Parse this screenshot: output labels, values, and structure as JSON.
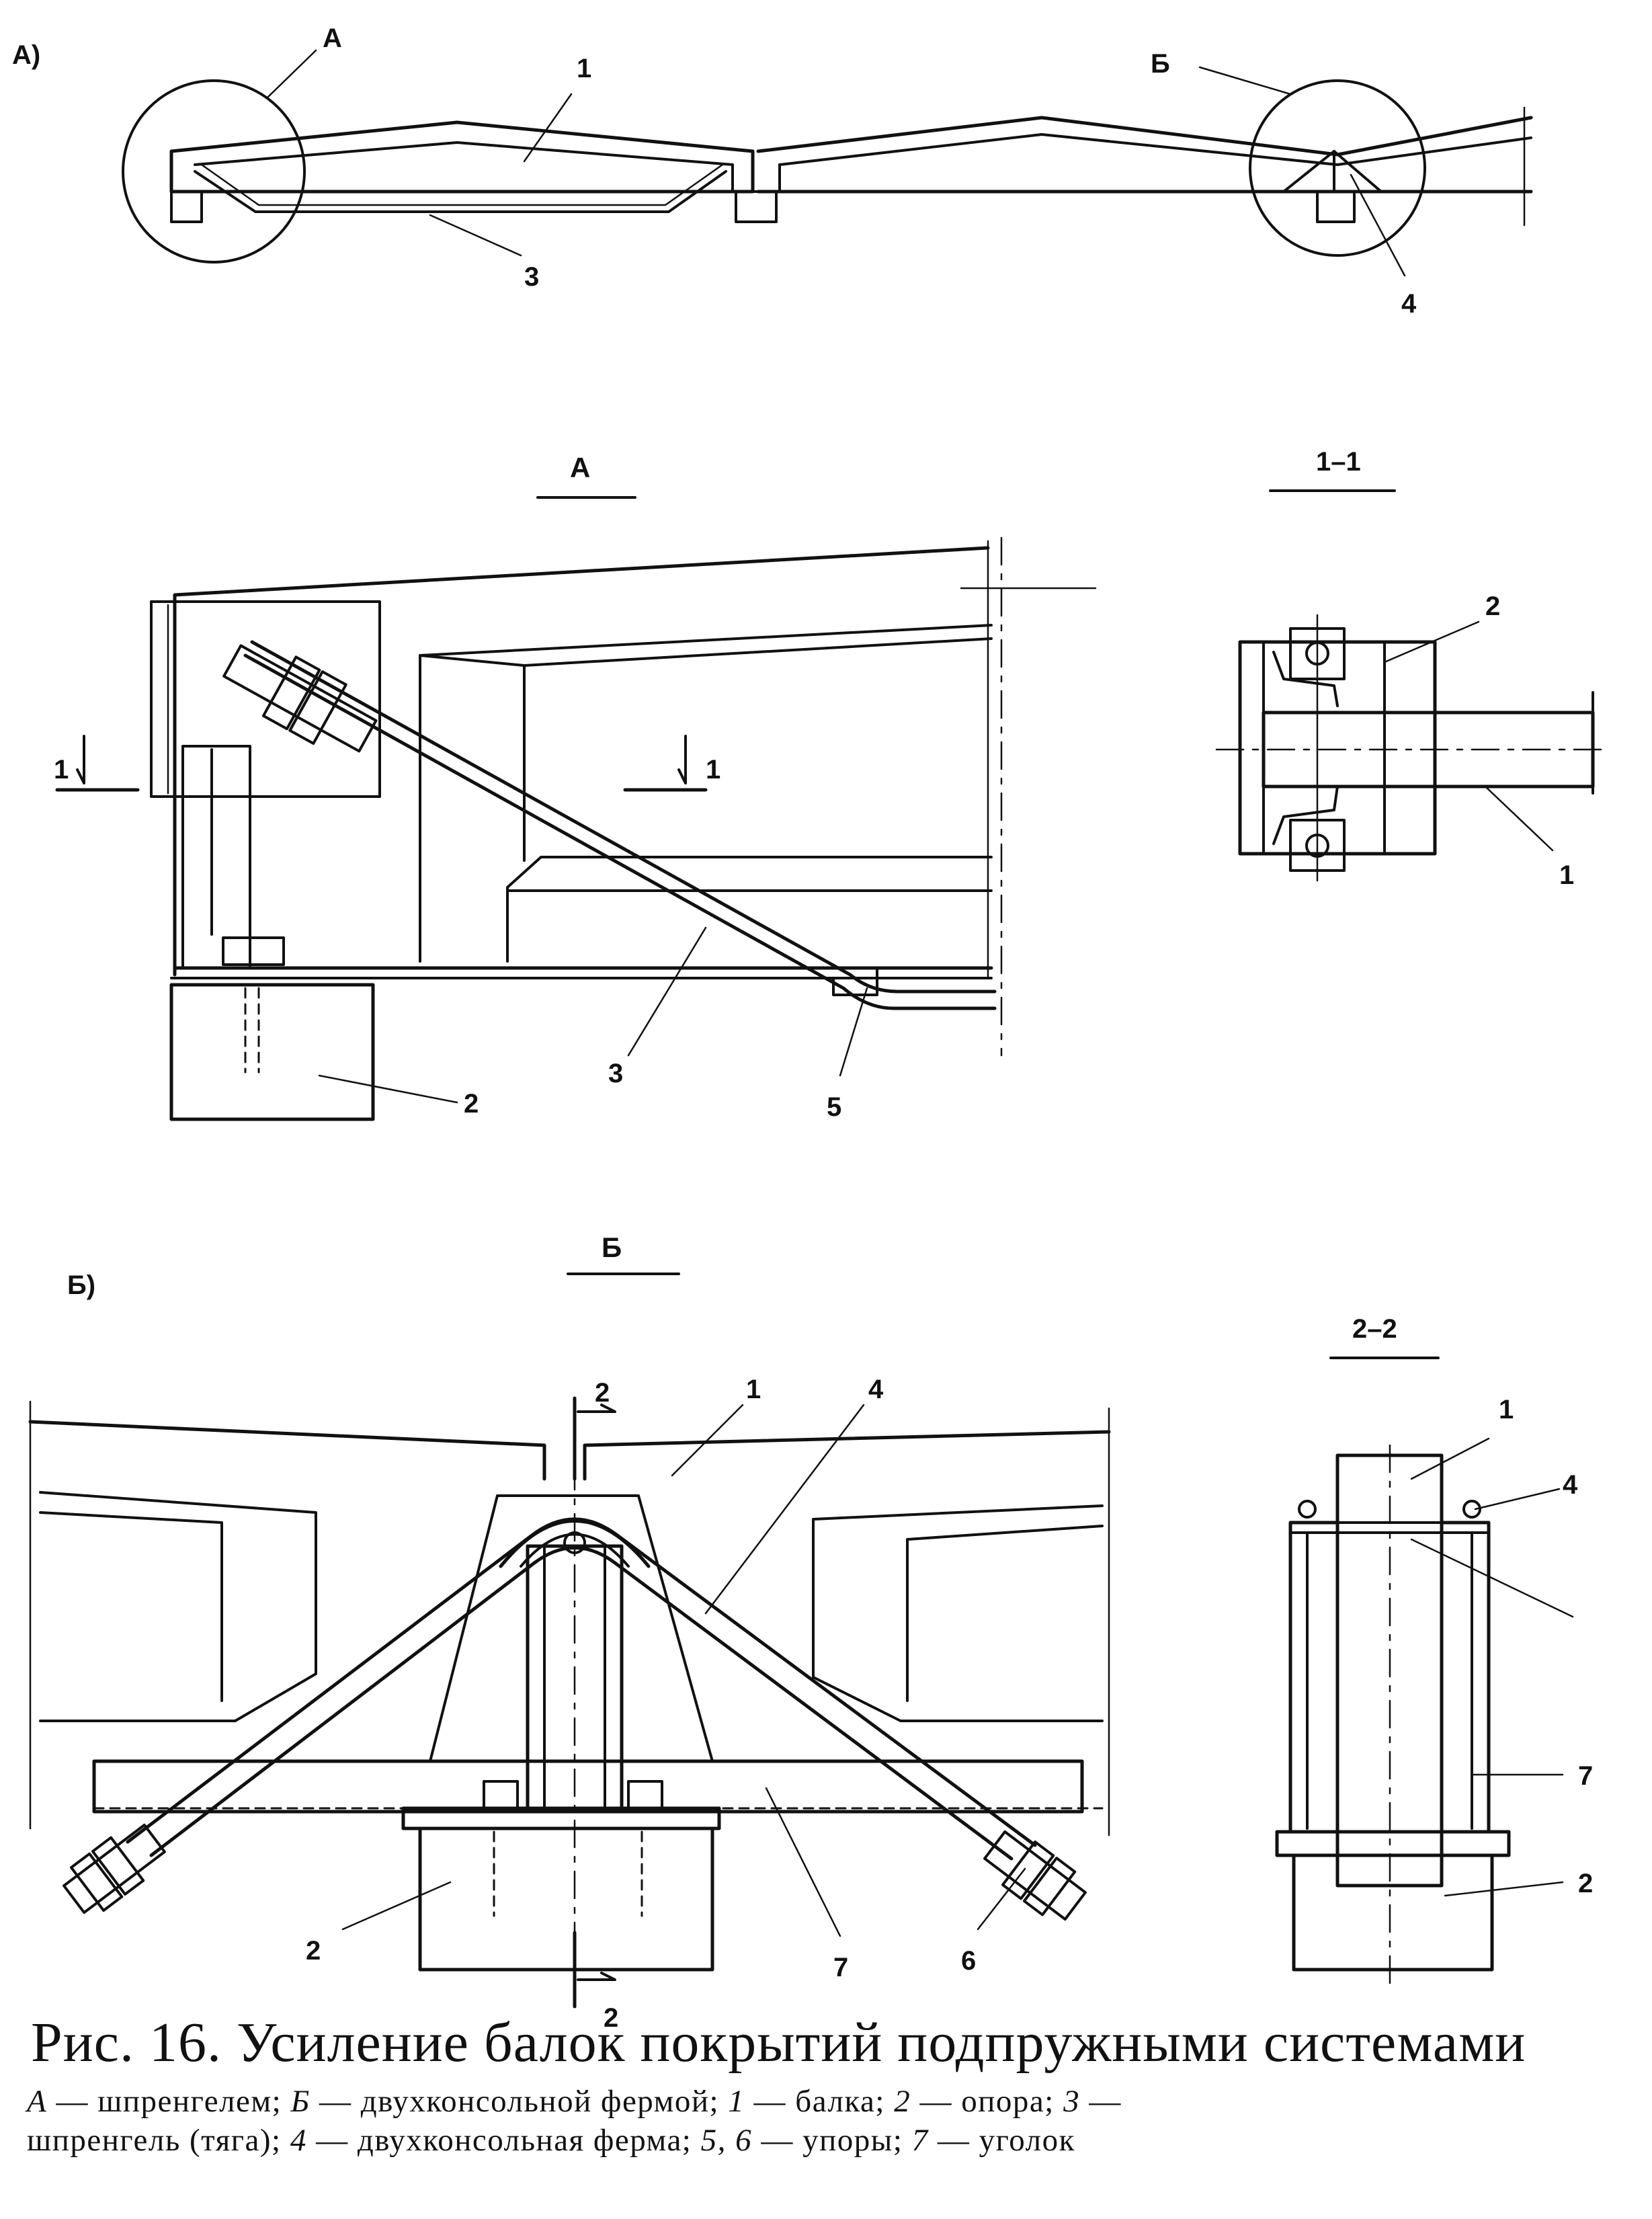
{
  "labels": {
    "part_a": "А)",
    "part_b": "Б)",
    "detail_a": "А",
    "detail_b": "Б",
    "section_1": "1–1",
    "section_2": "2–2",
    "n1": "1",
    "n2": "2",
    "n3": "3",
    "n4": "4",
    "n5": "5",
    "n6": "6",
    "n7": "7"
  },
  "caption": {
    "title": "Рис. 16. Усиление балок покрытий подпружными системами",
    "line1": {
      "a_key": "А",
      "a_text": " — шпренгелем;  ",
      "b_key": "Б",
      "b_text": " — двухконсольной   фермой;  ",
      "k1": "1",
      "t1": " — балка;  ",
      "k2": "2",
      "t2": " — опора;  ",
      "k3": "3",
      "t3": " —"
    },
    "line2": {
      "t0": "шпренгель  (тяга);  ",
      "k4": "4",
      "t4": " — двухконсольная ферма; ",
      "k56": "5, 6",
      "t56": " — упоры; ",
      "k7": "7",
      "t7": " — уголок"
    }
  }
}
